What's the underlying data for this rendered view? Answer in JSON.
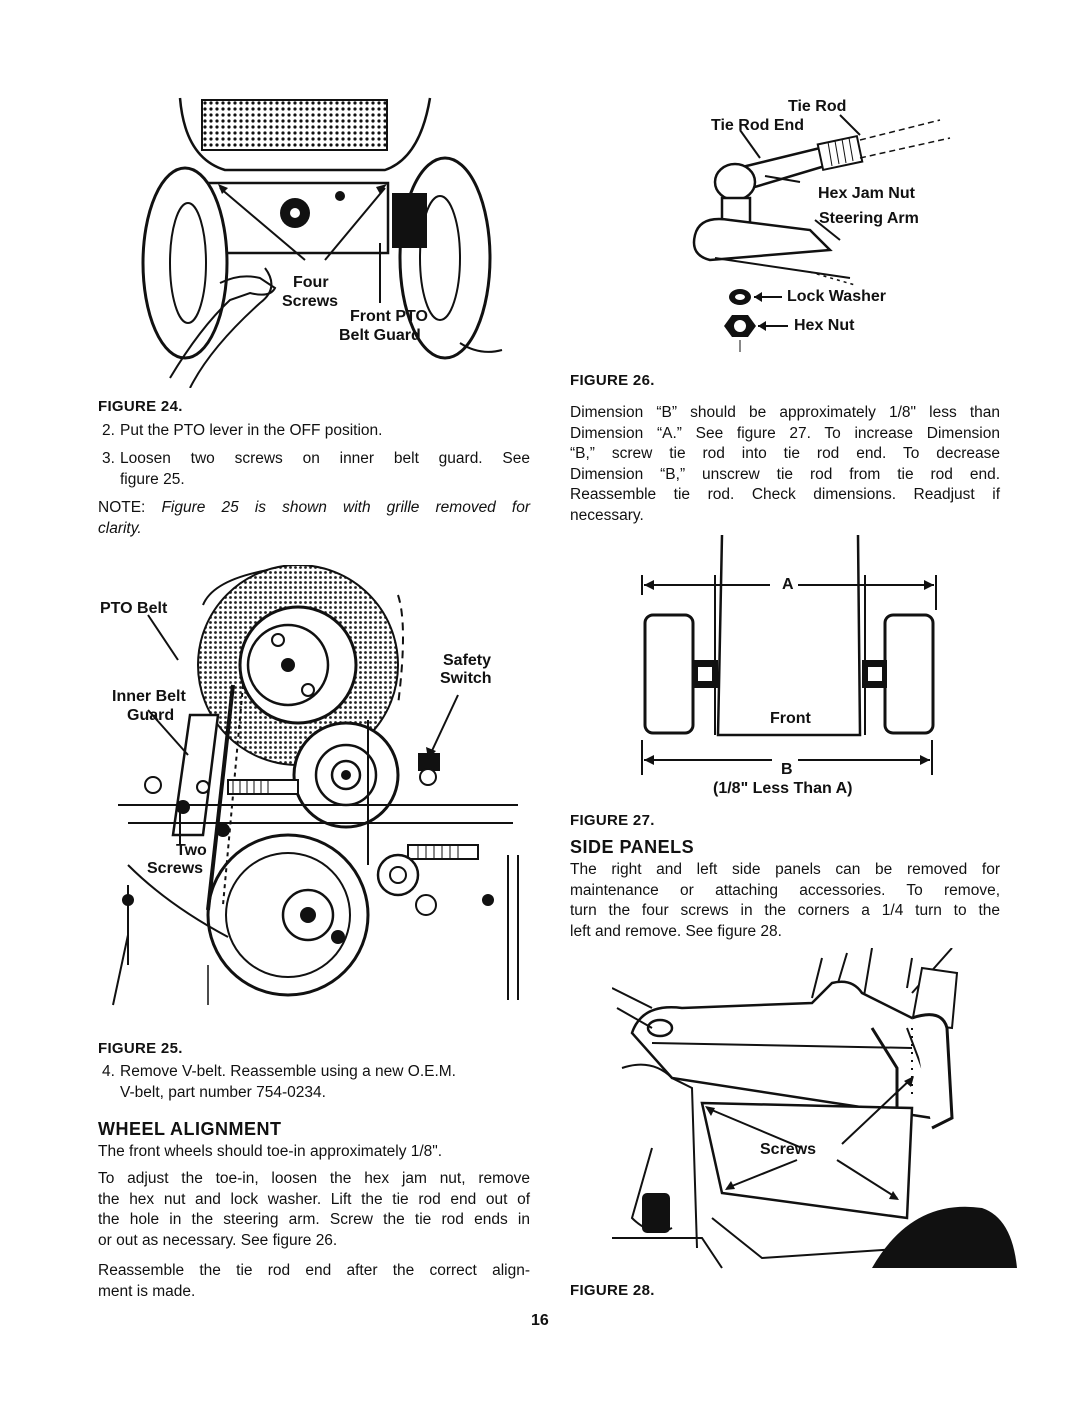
{
  "figure24": {
    "caption": "FIGURE 24.",
    "labels": {
      "four": "Four",
      "screws": "Screws",
      "front_pto": "Front PTO",
      "belt_guard": "Belt Guard"
    }
  },
  "left_steps": {
    "step2": {
      "num": "2.",
      "text": "Put the PTO lever in the OFF position."
    },
    "step3": {
      "num": "3.",
      "line1": "Loosen two screws on inner belt guard. See",
      "line2": "figure 25."
    },
    "note": {
      "prefix": "NOTE:",
      "line1": "Figure 25 is shown with grille removed for",
      "line2": "clarity."
    }
  },
  "figure25": {
    "caption": "FIGURE 25.",
    "labels": {
      "pto_belt": "PTO Belt",
      "safety": "Safety",
      "switch": "Switch",
      "inner_belt": "Inner Belt",
      "guard": "Guard",
      "two": "Two",
      "screws": "Screws"
    }
  },
  "step4": {
    "num": "4.",
    "line1": "Remove V-belt. Reassemble using a new O.E.M.",
    "line2": "V-belt, part number 754-0234."
  },
  "wheel_alignment": {
    "heading": "WHEEL ALIGNMENT",
    "p1": "The front wheels should toe-in approximately 1/8\".",
    "p2_lines": [
      "To adjust the toe-in, loosen the hex jam nut, remove",
      "the hex nut and lock washer. Lift the tie rod end out of",
      "the hole in the steering arm. Screw the tie rod ends in",
      "or out as necessary. See figure 26."
    ],
    "p3_lines": [
      "Reassemble the tie rod end after the correct align-",
      "ment is made."
    ]
  },
  "figure26": {
    "caption": "FIGURE 26.",
    "labels": {
      "tie_rod": "Tie Rod",
      "tie_rod_end": "Tie Rod End",
      "hex_jam_nut": "Hex Jam Nut",
      "steering_arm": "Steering Arm",
      "lock_washer": "Lock Washer",
      "hex_nut": "Hex Nut"
    }
  },
  "dimension_text": [
    "Dimension “B” should be approximately 1/8\" less than",
    "Dimension “A.” See figure 27. To increase Dimension",
    "“B,” screw tie rod into tie rod end. To decrease",
    "Dimension “B,” unscrew tie rod from tie rod end.",
    "Reassemble tie rod. Check dimensions. Readjust if",
    "necessary."
  ],
  "figure27": {
    "caption": "FIGURE 27.",
    "labels": {
      "a": "A",
      "front": "Front",
      "b": "B",
      "less_than": "(1/8\" Less Than A)"
    }
  },
  "side_panels": {
    "heading": "SIDE PANELS",
    "lines": [
      "The right and left side panels can be removed for",
      "maintenance or attaching accessories. To remove,",
      "turn the four screws in the corners a 1/4 turn to the",
      "left and remove. See figure 28."
    ]
  },
  "figure28": {
    "caption": "FIGURE 28.",
    "labels": {
      "screws": "Screws"
    }
  },
  "page_number": "16"
}
